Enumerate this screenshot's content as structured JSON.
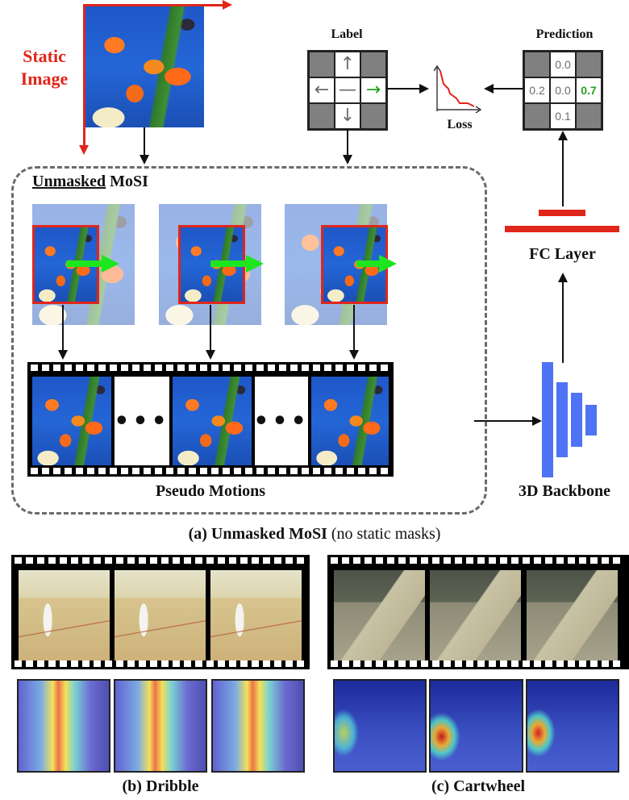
{
  "static_image": {
    "label_line1": "Static",
    "label_line2": "Image",
    "label_color": "#e0261b"
  },
  "label_grid": {
    "heading": "Label",
    "cells": [
      {
        "type": "gray",
        "glyph": ""
      },
      {
        "type": "white",
        "glyph": "↑"
      },
      {
        "type": "gray",
        "glyph": ""
      },
      {
        "type": "white",
        "glyph": "←"
      },
      {
        "type": "white",
        "glyph": "—"
      },
      {
        "type": "white",
        "glyph": "→",
        "highlight": true
      },
      {
        "type": "gray",
        "glyph": ""
      },
      {
        "type": "white",
        "glyph": "↓"
      },
      {
        "type": "gray",
        "glyph": ""
      }
    ]
  },
  "loss": {
    "label": "Loss",
    "curve_color": "#e0261b"
  },
  "prediction_grid": {
    "heading": "Prediction",
    "values": {
      "up": "0.0",
      "left": "0.2",
      "center": "0.0",
      "right": "0.7",
      "down": "0.1"
    },
    "highlight_color": "#22a01e"
  },
  "unmasked_box": {
    "title_underlined": "Unmasked",
    "title_rest": " MoSI",
    "pseudo_motions_label": "Pseudo Motions",
    "ellipsis": "•••"
  },
  "fc_layer": {
    "label": "FC Layer",
    "color": "#e0261b"
  },
  "backbone": {
    "label": "3D Backbone",
    "color": "#4f73f5"
  },
  "caption_a": {
    "bold": "(a) Unmasked MoSI",
    "normal": " (no static masks)"
  },
  "caption_b": "(b) Dribble",
  "caption_c": "(c) Cartwheel"
}
